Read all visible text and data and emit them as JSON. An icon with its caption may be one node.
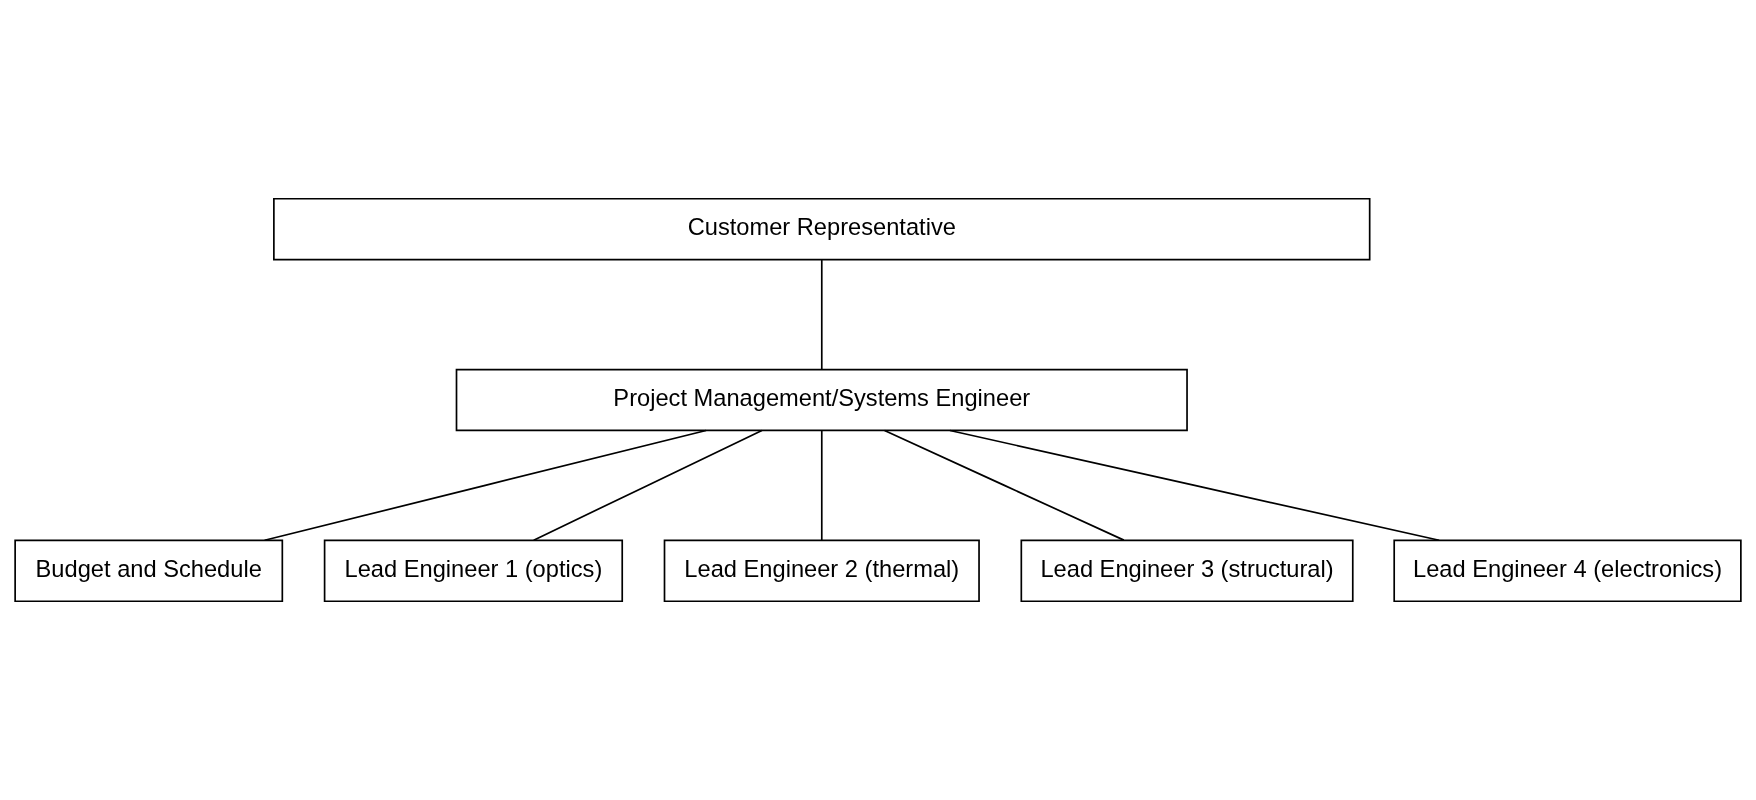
{
  "diagram": {
    "nodes": [
      {
        "text": [
          "Customer Representative"
        ]
      },
      {
        "text": [
          "Project Management/Systems Engineer"
        ]
      },
      {
        "text": [
          "Budget and Schedule"
        ]
      },
      {
        "text": [
          "Lead Engineer 1 (optics)"
        ]
      },
      {
        "text": [
          "Lead Engineer 2 (thermal)"
        ]
      },
      {
        "text": [
          "Lead Engineer 3 (structural)"
        ]
      },
      {
        "text": [
          "Lead Engineer 4 (electronics)"
        ]
      }
    ],
    "edges": [
      {
        "from": 0,
        "to": 1,
        "arrow": "none"
      },
      {
        "from": 1,
        "to": 2,
        "arrow": "none"
      },
      {
        "from": 1,
        "to": 3,
        "arrow": "none"
      },
      {
        "from": 1,
        "to": 4,
        "arrow": "none"
      },
      {
        "from": 1,
        "to": 5,
        "arrow": "none"
      },
      {
        "from": 1,
        "to": 6,
        "arrow": "none"
      }
    ]
  }
}
